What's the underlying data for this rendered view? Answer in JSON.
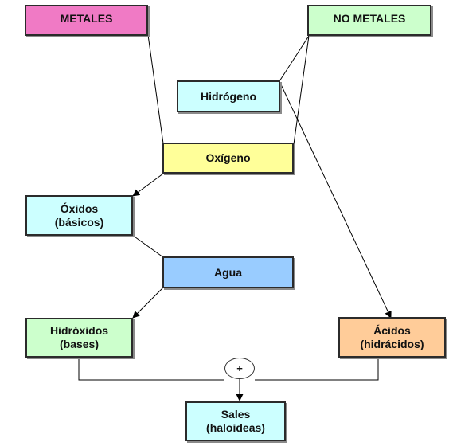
{
  "colors": {
    "metales": "#f07ac5",
    "no_metales": "#ccffcc",
    "hidrogeno": "#ccffff",
    "oxigeno": "#ffff99",
    "oxidos": "#ccffff",
    "agua": "#99ccff",
    "hidroxidos": "#ccffcc",
    "acidos": "#ffcc99",
    "sales": "#ccffff",
    "line": "#000000"
  },
  "nodes": {
    "metales": {
      "label": "METALES"
    },
    "no_metales": {
      "label": "NO METALES"
    },
    "hidrogeno": {
      "label": "Hidrógeno"
    },
    "oxigeno": {
      "label": "Oxígeno"
    },
    "oxidos": {
      "line1": "Óxidos",
      "line2": "(básicos)"
    },
    "agua": {
      "label": "Agua"
    },
    "hidroxidos": {
      "line1": "Hidróxidos",
      "line2": "(bases)"
    },
    "acidos": {
      "line1": "Ácidos",
      "line2": "(hidrácidos)"
    },
    "sales": {
      "line1": "Sales",
      "line2": "(haloideas)"
    }
  },
  "plus_symbol": "+",
  "edges": [
    {
      "from": "metales",
      "to": "oxigeno",
      "arrow": false
    },
    {
      "from": "no_metales",
      "to": "hidrogeno",
      "arrow": false
    },
    {
      "from": "no_metales",
      "to": "oxigeno",
      "arrow": false
    },
    {
      "from": "hidrogeno",
      "to": "acidos",
      "arrow": true
    },
    {
      "from": "oxigeno",
      "to": "oxidos",
      "arrow": true
    },
    {
      "from": "oxidos",
      "to": "agua",
      "arrow": false
    },
    {
      "from": "agua",
      "to": "hidroxidos",
      "arrow": true
    },
    {
      "from": "hidroxidos",
      "to": "plus",
      "arrow": false
    },
    {
      "from": "acidos",
      "to": "plus",
      "arrow": false
    },
    {
      "from": "plus",
      "to": "sales",
      "arrow": true
    }
  ]
}
